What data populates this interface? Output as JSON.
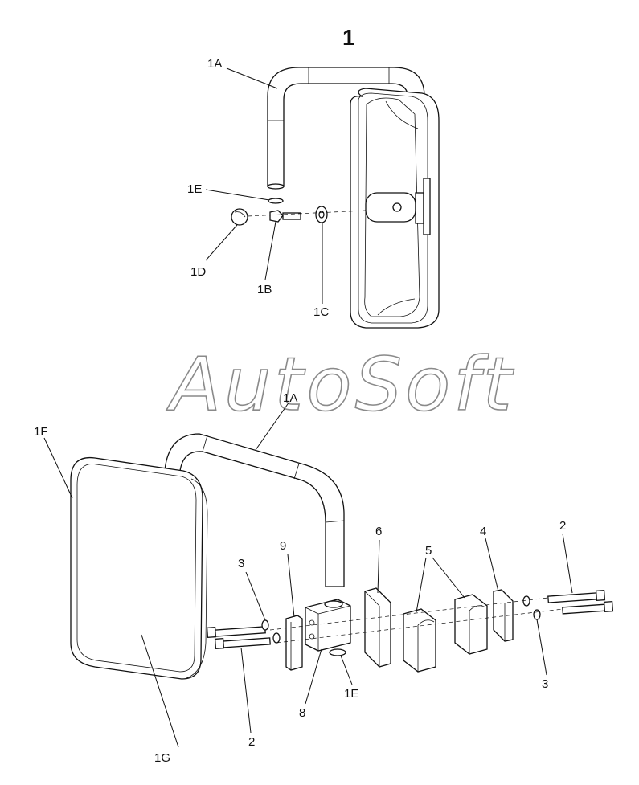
{
  "diagram": {
    "title": "1",
    "watermark": "AutoSoft",
    "labels": {
      "top_1A": "1A",
      "top_1E": "1E",
      "top_1D": "1D",
      "top_1B": "1B",
      "top_1C": "1C",
      "bot_1A": "1A",
      "bot_1F": "1F",
      "bot_1G": "1G",
      "bot_9": "9",
      "bot_6": "6",
      "bot_5": "5",
      "bot_4": "4",
      "bot_2_right": "2",
      "bot_3_left": "3",
      "bot_3_right": "3",
      "bot_8": "8",
      "bot_1E": "1E",
      "bot_2_bottom": "2"
    }
  }
}
